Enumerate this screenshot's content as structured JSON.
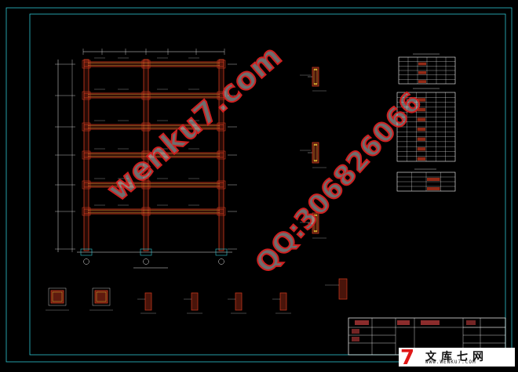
{
  "drawing": {
    "background": "#000000",
    "colors": {
      "border": "#2ec5d0",
      "frame": "#d23a1e",
      "dim": "#e8e8e8",
      "rebar": "#ffd23a",
      "table": "#ffffff"
    },
    "watermarks": {
      "site": "wenku7.com",
      "qq": "QQ:306826066"
    },
    "logo": {
      "seven": "7",
      "name": "文库七网",
      "url": "WWW.WENKU7.COM"
    }
  }
}
